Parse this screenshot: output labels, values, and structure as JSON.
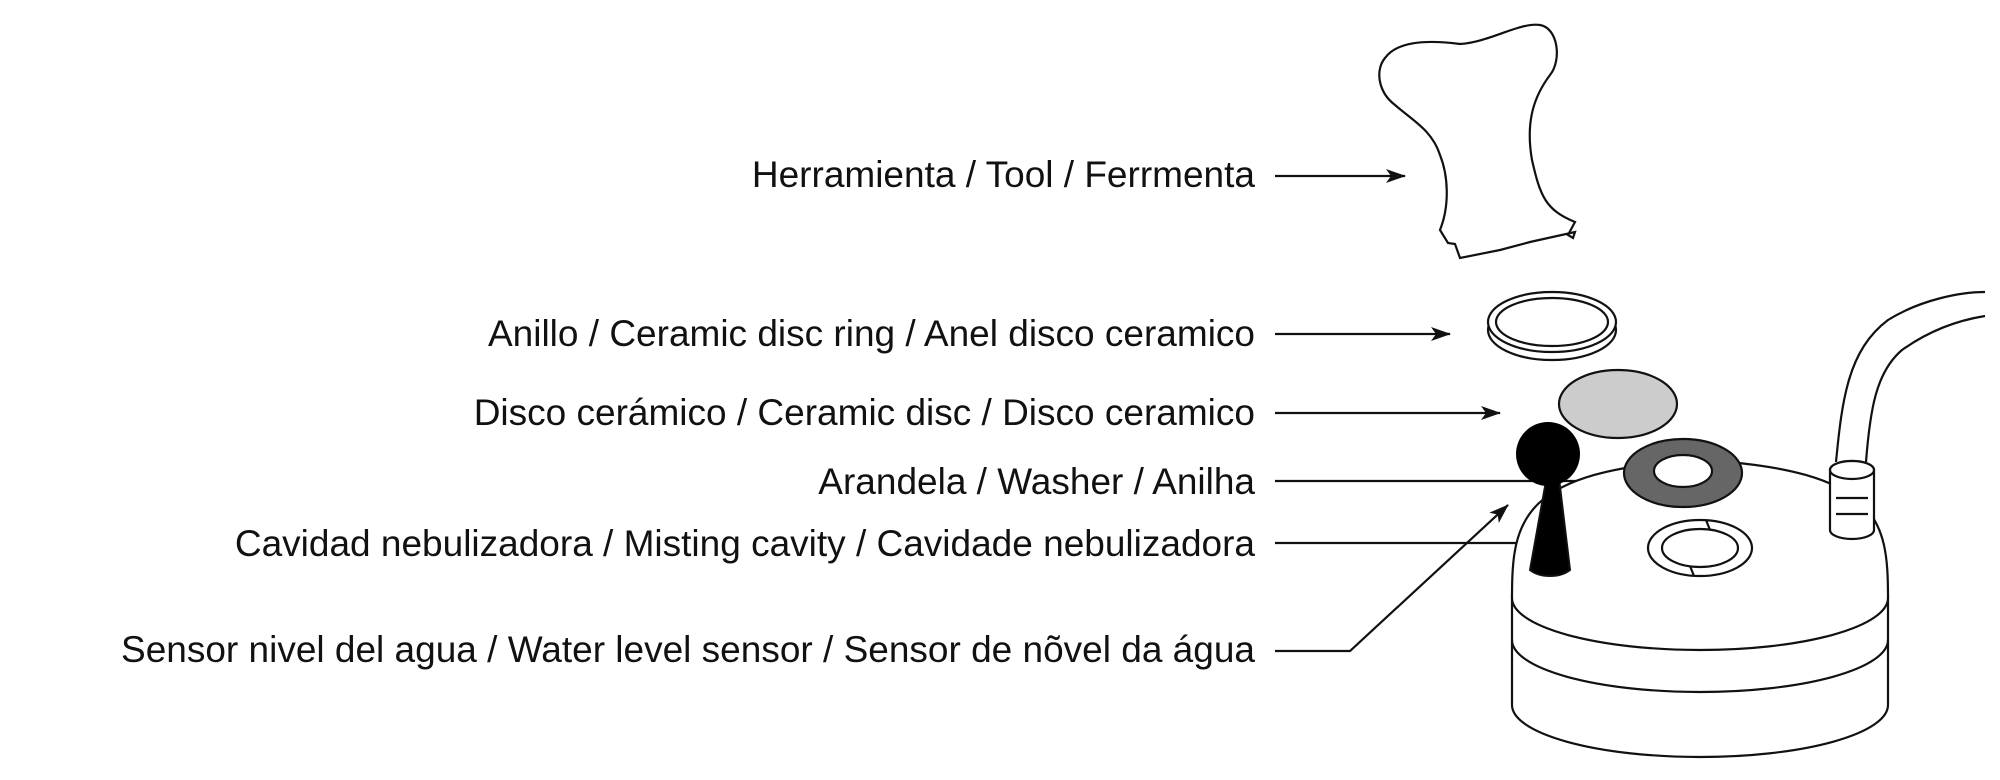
{
  "labels": {
    "tool": "Herramienta / Tool / Ferrmenta",
    "ring": "Anillo / Ceramic disc ring / Anel disco ceramico",
    "disc": "Disco cerámico / Ceramic disc / Disco ceramico",
    "washer": "Arandela / Washer / Anilha",
    "cavity": "Cavidad nebulizadora / Misting cavity / Cavidade nebulizadora",
    "sensor": "Sensor nivel del agua / Water level sensor / Sensor de nõvel da água"
  },
  "colors": {
    "line": "#111111",
    "ceramic_disc_fill": "#cccccc",
    "washer_fill": "#666666",
    "sensor_fill": "#000000",
    "background": "#ffffff"
  }
}
